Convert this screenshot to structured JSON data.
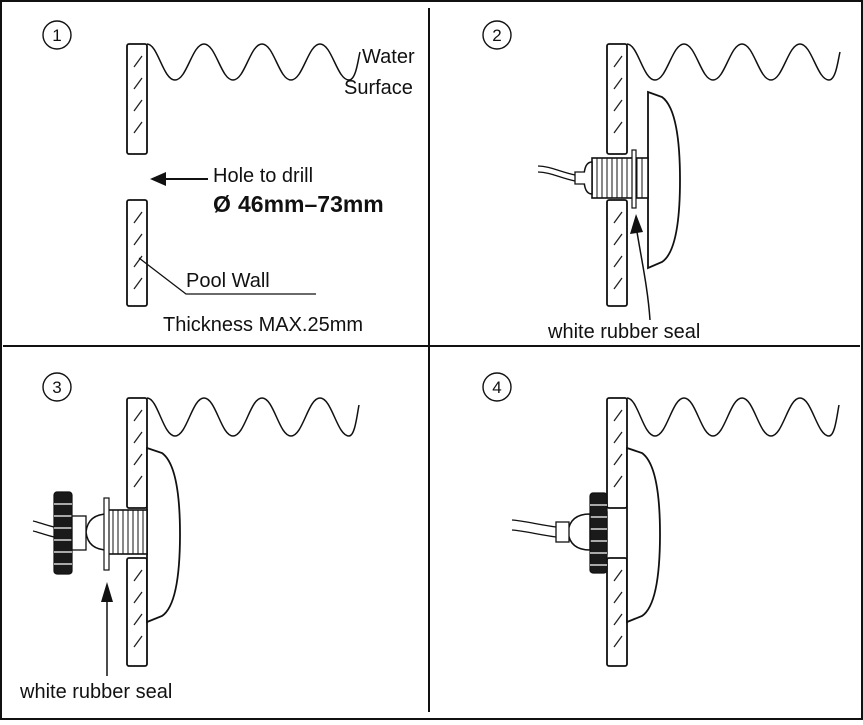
{
  "panels": [
    {
      "step": "1",
      "labels": {
        "water": [
          "Water",
          "Surface"
        ],
        "hole": "Hole to drill",
        "diameter_symbol": "Ø",
        "diameter": "46mm–73mm",
        "wall": "Pool Wall",
        "thickness": "Thickness MAX.25mm"
      }
    },
    {
      "step": "2",
      "labels": {
        "seal": "white rubber seal"
      }
    },
    {
      "step": "3",
      "labels": {
        "seal": "white rubber seal"
      }
    },
    {
      "step": "4",
      "labels": {}
    }
  ]
}
